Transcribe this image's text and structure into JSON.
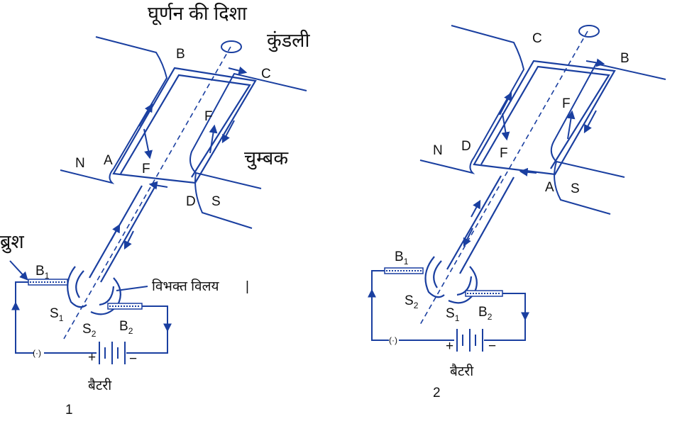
{
  "figure_labels": {
    "rotation_direction": "घूर्णन की दिशा",
    "coil": "कुंडली",
    "magnet": "चुम्बक",
    "brush": "ब्रुश",
    "split_ring": "विभक्त विलय",
    "split_ring_mark": "|"
  },
  "panel1": {
    "number": "1",
    "pole_n": "N",
    "pole_s": "S",
    "corner_a": "A",
    "corner_b": "B",
    "corner_c": "C",
    "corner_d": "D",
    "force_1": "F",
    "force_2": "F",
    "brush_1": "B",
    "brush_1_sub": "1",
    "brush_2": "B",
    "brush_2_sub": "2",
    "ring_1": "S",
    "ring_1_sub": "1",
    "ring_2": "S",
    "ring_2_sub": "2",
    "switch": "(·)",
    "plus": "+",
    "minus": "−",
    "battery": "बैटरी"
  },
  "panel2": {
    "number": "2",
    "pole_n": "N",
    "pole_s": "S",
    "corner_a": "A",
    "corner_b": "B",
    "corner_c": "C",
    "corner_d": "D",
    "force_1": "F",
    "force_2": "F",
    "brush_1": "B",
    "brush_1_sub": "1",
    "brush_2": "B",
    "brush_2_sub": "2",
    "ring_1": "S",
    "ring_1_sub": "1",
    "ring_2": "S",
    "ring_2_sub": "2",
    "switch": "(·)",
    "plus": "+",
    "minus": "−",
    "battery": "बैटरी"
  },
  "colors": {
    "line": "#1a3fa0",
    "text": "#111111",
    "background": "#ffffff"
  }
}
